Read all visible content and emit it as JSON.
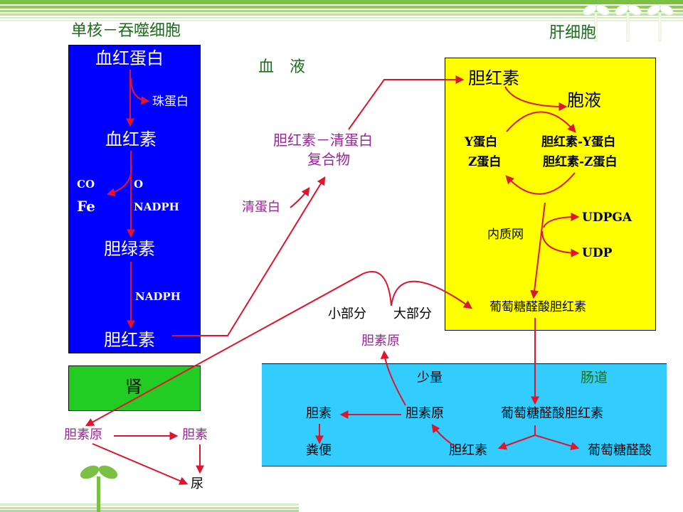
{
  "headings": {
    "left": "单核－吞噬细胞",
    "right": "肝细胞",
    "blood": "血　液"
  },
  "macrophage": {
    "hemoglobin": "血红蛋白",
    "globin": "珠蛋白",
    "heme": "血红素",
    "co": "CO",
    "fe": "Fe",
    "o": "O",
    "nadph_1": "NADPH",
    "biliverdin": "胆绿素",
    "nadph_2": "NADPH",
    "bilirubin": "胆红素"
  },
  "kidney": {
    "label": "肾",
    "urobilinogen": "胆素原",
    "urobilin": "胆素",
    "urine": "尿"
  },
  "blood": {
    "complex_line1": "胆红素－清蛋白",
    "complex_line2": "复合物",
    "albumin": "清蛋白",
    "small_part": "小部分",
    "large_part": "大部分",
    "urobilinogen": "胆素原"
  },
  "liver": {
    "bilirubin": "胆红素",
    "cytosol": "胞液",
    "y_protein": "Y蛋白",
    "z_protein": "Z蛋白",
    "bilirubin_y": "胆红素-Y蛋白",
    "bilirubin_z": "胆红素-Z蛋白",
    "er": "内质网",
    "udpga": "UDPGA",
    "udp": "UDP",
    "glucuronide": "葡萄糖醛酸胆红素"
  },
  "intestine": {
    "label": "肠道",
    "small_amount": "少量",
    "urobilin": "胆素",
    "urobilinogen": "胆素原",
    "glucuronide": "葡萄糖醛酸胆红素",
    "feces": "粪便",
    "bilirubin": "胆红素",
    "glucuronic_acid": "葡萄糖醛酸"
  },
  "colors": {
    "band": "#7ac143",
    "macrophage_box": "#0000ff",
    "kidney_box": "#22cc22",
    "liver_box": "#ffff00",
    "intestine_box": "#33ccff",
    "arrow": "#e0142d"
  }
}
